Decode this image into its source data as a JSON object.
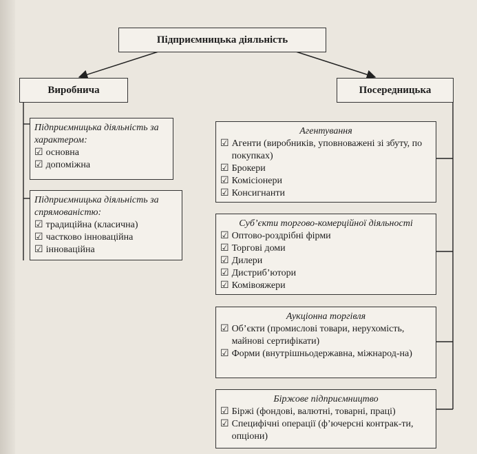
{
  "top": {
    "label": "Підприємницька діяльність"
  },
  "left_branch": {
    "label": "Виробнича",
    "panels": [
      {
        "heading": "Підприємницька діяльність за характером:",
        "items": [
          "основна",
          "допоміжна"
        ]
      },
      {
        "heading": "Підприємницька діяльність за спрямованістю:",
        "items": [
          "традиційна (класична)",
          "частково інноваційна",
          "інноваційна"
        ]
      }
    ]
  },
  "right_branch": {
    "label": "Посередницька",
    "panels": [
      {
        "heading": "Агентування",
        "items": [
          "Агенти (виробників, уповноважені зі збуту, по покупках)",
          "Брокери",
          "Комісіонери",
          "Консигнанти"
        ]
      },
      {
        "heading": "Суб’єкти торгово-комерційної діяльності",
        "items": [
          "Оптово-роздрібні фірми",
          "Торгові доми",
          "Дилери",
          "Дистриб’ютори",
          "Комівояжери"
        ]
      },
      {
        "heading": "Аукціонна торгівля",
        "items": [
          "Об’єкти (промислові товари, нерухомість, майнові сертифікати)",
          "Форми (внутрішньодержавна, міжнарод-на)"
        ]
      },
      {
        "heading": "Біржове підприємництво",
        "items": [
          "Біржі (фондові, валютні, товарні, праці)",
          "Специфічні операції (ф’ючерсні контрак-ти, опціони)"
        ]
      }
    ]
  },
  "checkbox_glyph": "☑",
  "colors": {
    "ink": "#1c1c1c",
    "paper": "#ebe7df",
    "box": "#f4f1eb"
  }
}
